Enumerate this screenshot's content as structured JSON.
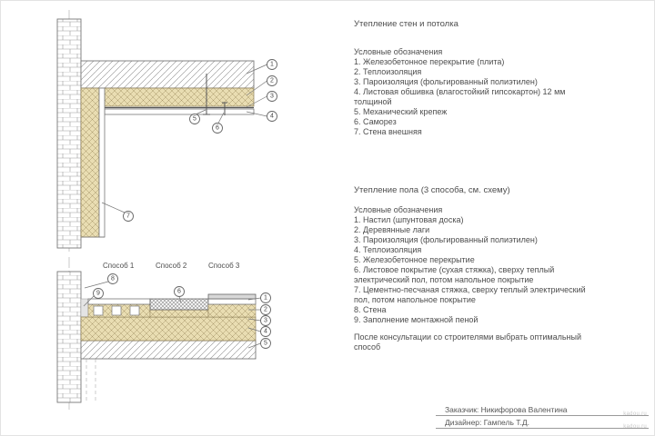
{
  "walls_section": {
    "title": "Утепление стен и потолка",
    "legend_title": "Условные обозначения",
    "items": [
      "1. Железобетонное перекрытие (плита)",
      "2. Теплоизоляция",
      "3. Пароизоляция (фольгированный полиэтилен)",
      "4. Листовая обшивка (влагостойкий гипсокартон) 12 мм толщиной",
      "5. Механический крепеж",
      "6. Саморез",
      "7. Стена внешняя"
    ]
  },
  "floor_section": {
    "title": "Утепление пола (3 способа, см. схему)",
    "legend_title": "Условные обозначения",
    "items": [
      "1. Настил (шпунтовая доска)",
      "2. Деревянные лаги",
      "3. Пароизоляция (фольгированный полиэтилен)",
      "4. Теплоизоляция",
      "5. Железобетонное перекрытие",
      "6. Листовое покрытие (сухая стяжка), сверху теплый электрический пол, потом напольное покрытие",
      "7. Цементно-песчаная стяжка, сверху теплый электрический пол, потом напольное покрытие",
      "8. Стена",
      "9. Заполнение монтажной пеной"
    ],
    "note": "После консультации со строителями выбрать оптимальный способ"
  },
  "drawing_wall_ceiling": {
    "callouts": [
      "1",
      "2",
      "3",
      "4",
      "5",
      "6",
      "7"
    ]
  },
  "drawing_floor": {
    "methods": [
      "Способ 1",
      "Способ 2",
      "Способ 3"
    ],
    "callouts": [
      "8",
      "9",
      "6",
      "1",
      "2",
      "3",
      "4",
      "5"
    ]
  },
  "footer": {
    "customer": "Заказчик: Никифорова Валентина",
    "designer": "Дизайнер: Гампель Т.Д.",
    "watermark": "kadou.ru"
  },
  "colors": {
    "insulation": "#e9ddb2",
    "line": "#777777",
    "text": "#4d4d4d"
  }
}
